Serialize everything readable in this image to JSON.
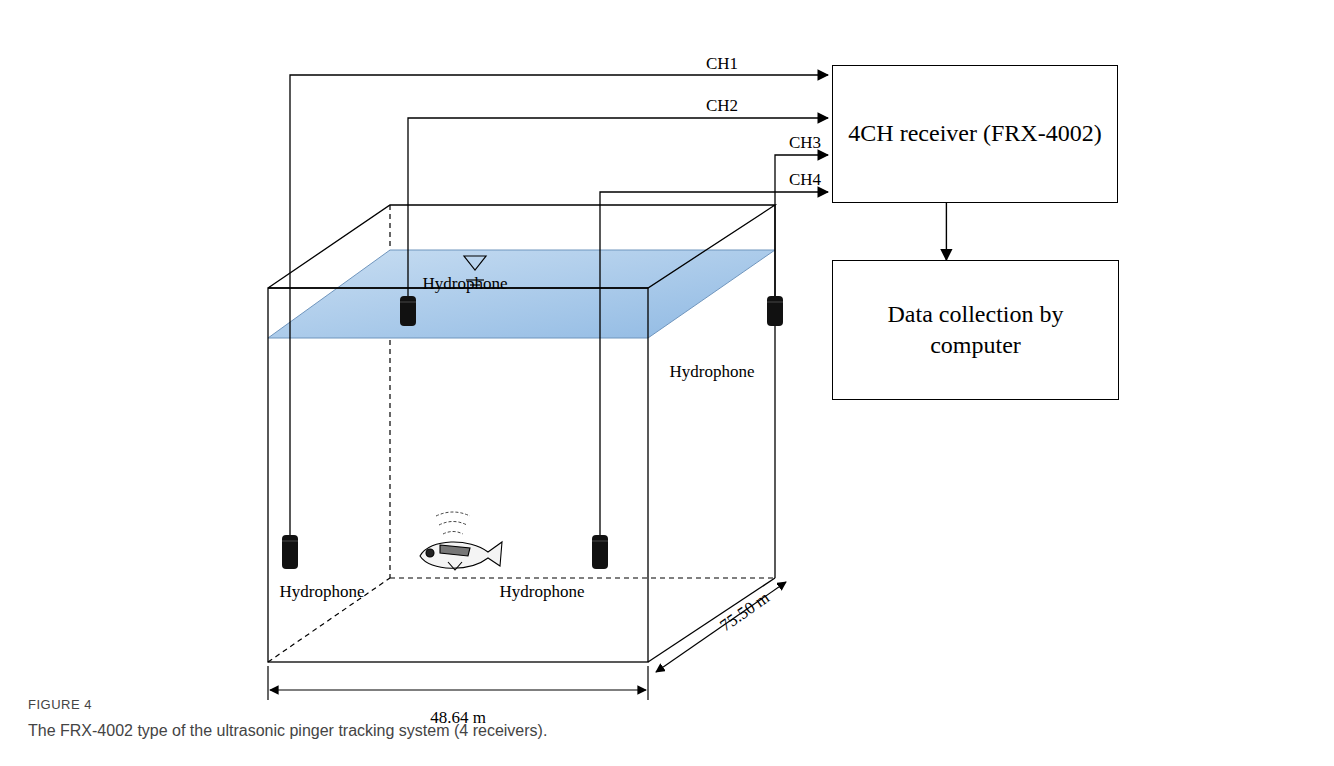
{
  "diagram": {
    "caption": "The FRX-4002 type of the ultrasonic pinger tracking system (4 receivers).",
    "nodes": [
      {
        "text": [
          "4CH receiver (FRX-4002)"
        ]
      },
      {
        "text": [
          "Data collection by computer"
        ]
      }
    ],
    "edges": [
      {
        "from": 0,
        "to": 1,
        "arrow": "to"
      }
    ],
    "labels": [
      "CH1",
      "CH2",
      "CH3",
      "CH4",
      "Hydrophone",
      "Hydrophone",
      "Hydrophone",
      "Hydrophone",
      "75.50 m",
      "48.64 m",
      "FIGURE 4"
    ]
  }
}
